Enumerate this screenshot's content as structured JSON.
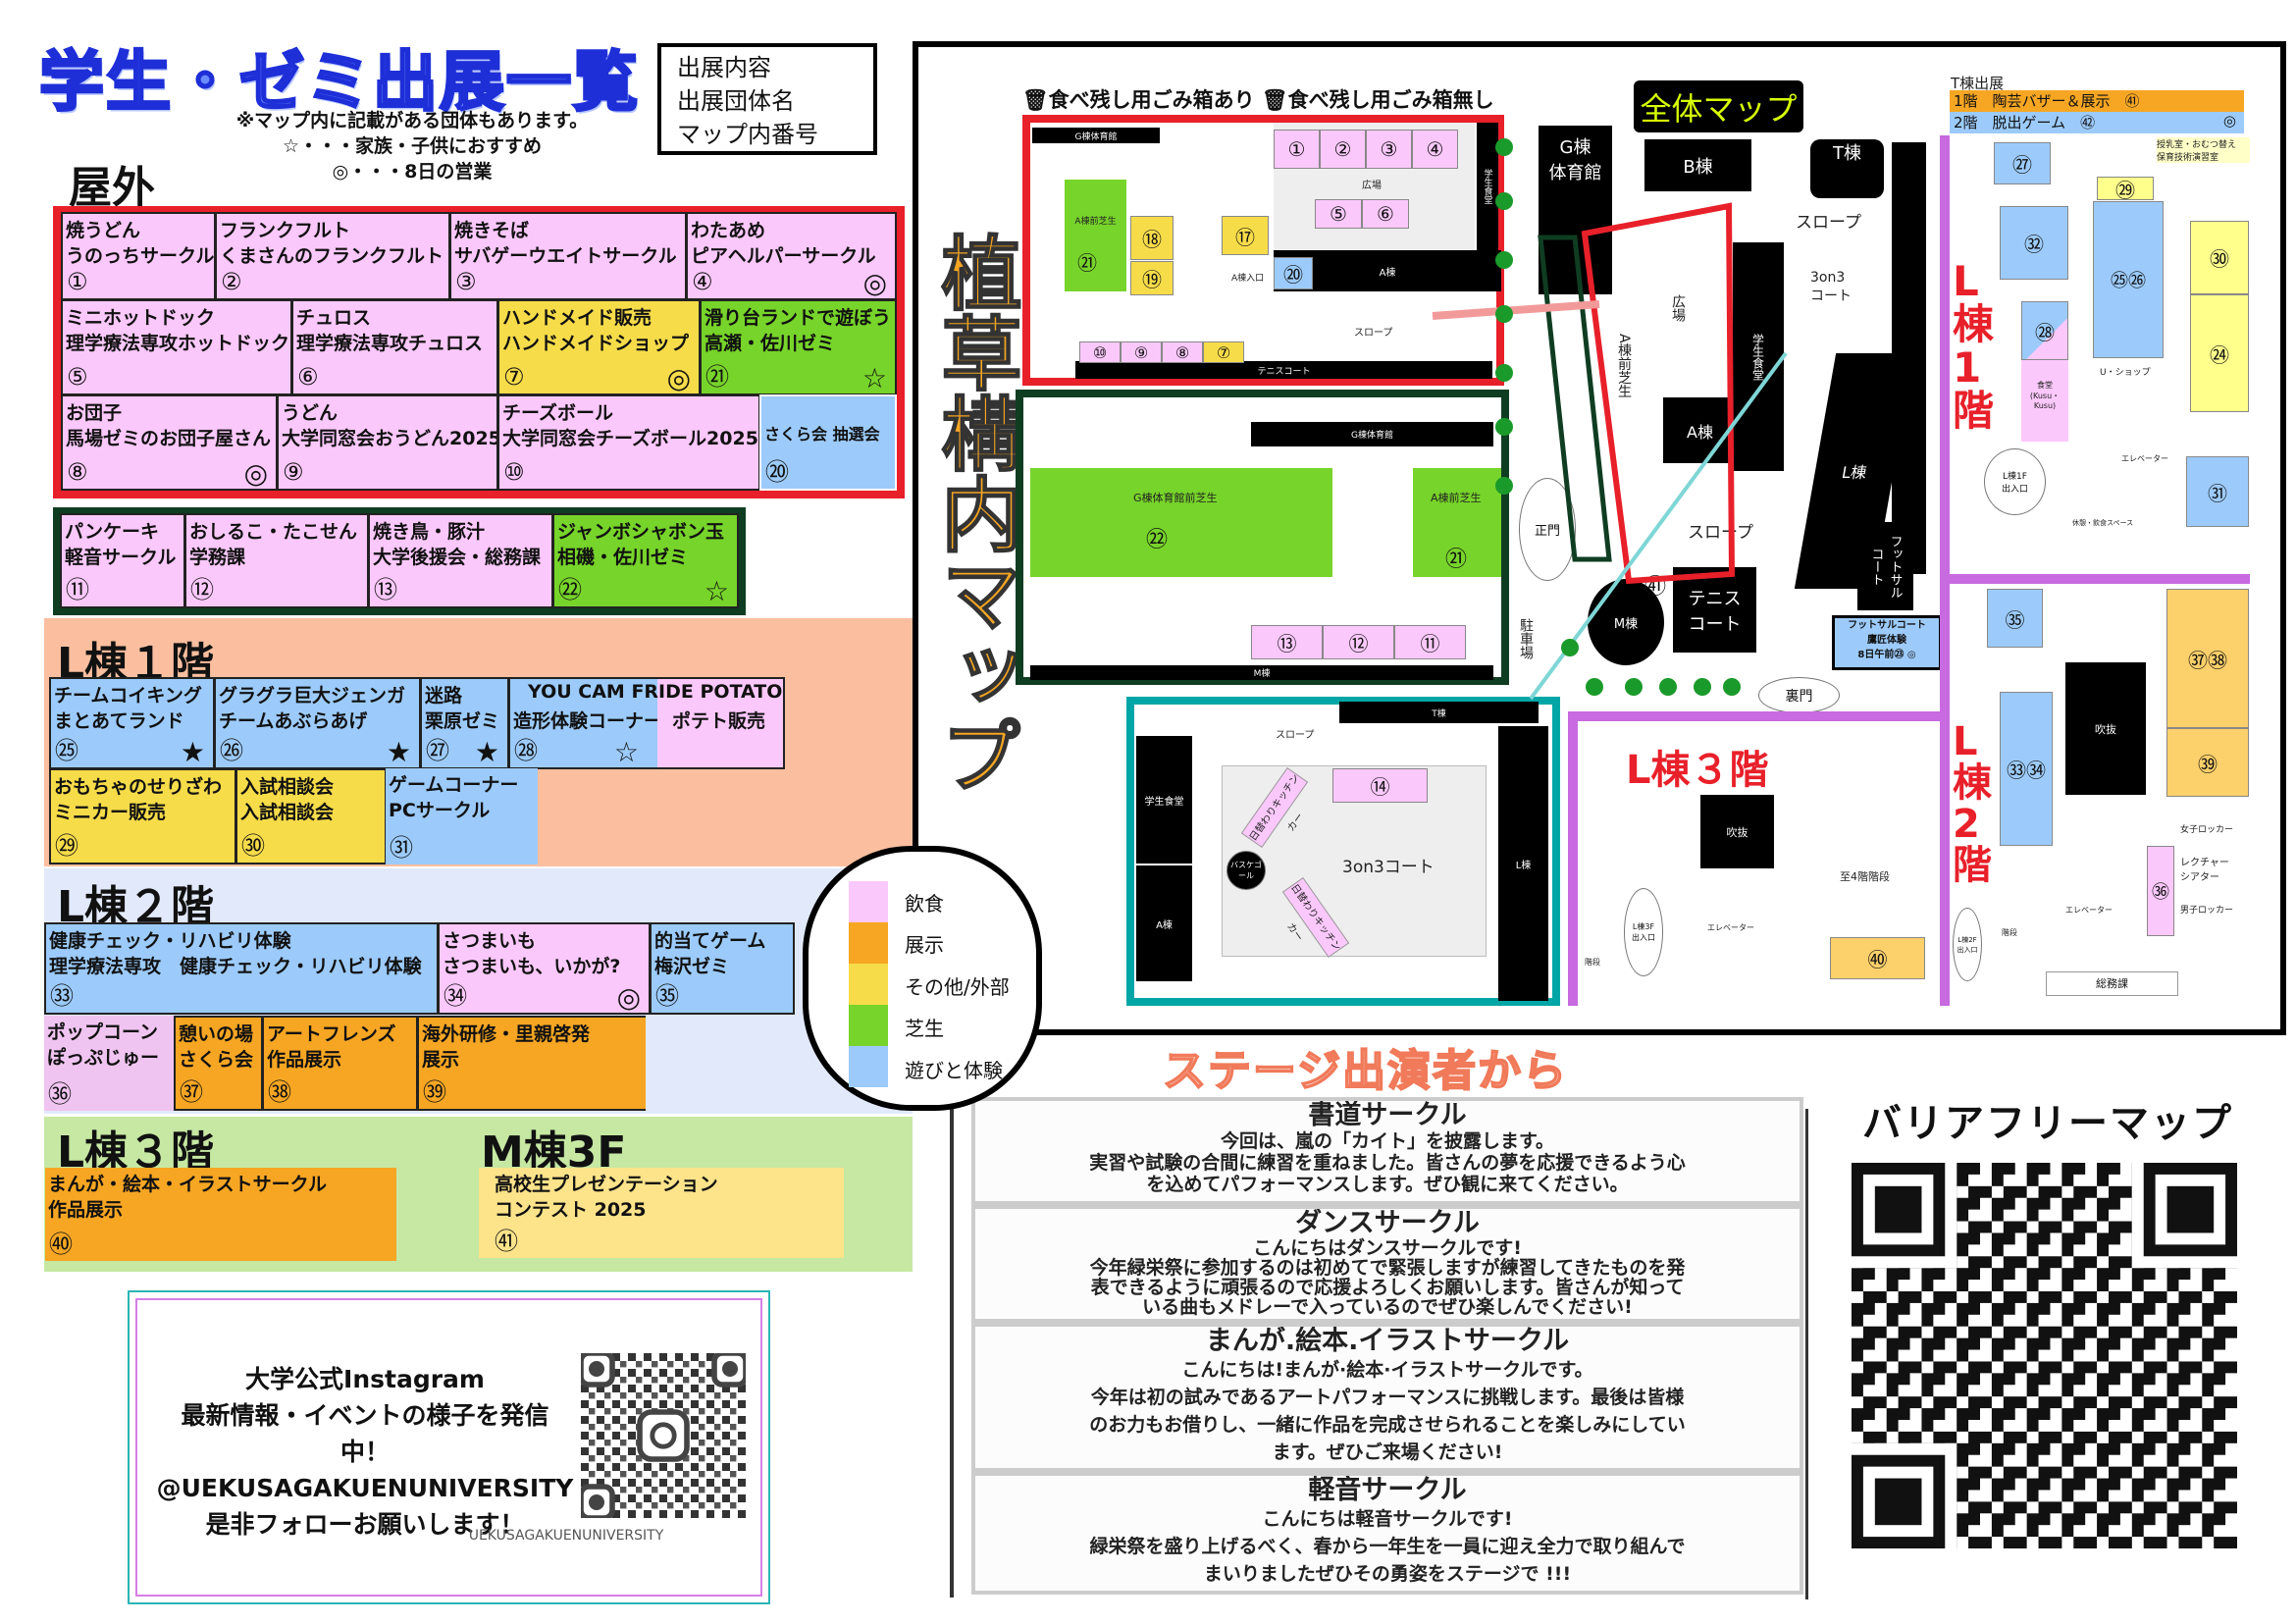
{
  "header": {
    "title": "学生・ゼミ出展一覧",
    "notes": [
      "※マップ内に記載がある団体もあります。",
      "☆・・・家族・子供におすすめ",
      "◎・・・8日の営業"
    ],
    "key_box": [
      "出展内容",
      "出展団体名",
      "マップ内番号"
    ]
  },
  "outdoor": {
    "label": "屋外",
    "booths": [
      {
        "item": "焼うどん",
        "group": "うのっちサークル",
        "num": "①",
        "mark": ""
      },
      {
        "item": "フランクフルト",
        "group": "くまさんのフランクフルト",
        "num": "②",
        "mark": ""
      },
      {
        "item": "焼きそば",
        "group": "サバゲーウエイトサークル",
        "num": "③",
        "mark": ""
      },
      {
        "item": "わたあめ",
        "group": "ピアヘルパーサークル",
        "num": "④",
        "mark": "◎"
      },
      {
        "item": "ミニホットドック",
        "group": "理学療法専攻ホットドック",
        "num": "⑤",
        "mark": ""
      },
      {
        "item": "チュロス",
        "group": "理学療法専攻チュロス",
        "num": "⑥",
        "mark": ""
      },
      {
        "item": "ハンドメイド販売",
        "group": "ハンドメイドショップ",
        "num": "⑦",
        "mark": "◎"
      },
      {
        "item": "滑り台ランドで遊ぼう",
        "group": "高瀬・佐川ゼミ",
        "num": "㉑",
        "mark": "☆"
      },
      {
        "item": "お団子",
        "group": "馬場ゼミのお団子屋さん",
        "num": "⑧",
        "mark": "◎"
      },
      {
        "item": "うどん",
        "group": "大学同窓会おうどん2025",
        "num": "⑨",
        "mark": ""
      },
      {
        "item": "チーズボール",
        "group": "大学同窓会チーズボール2025",
        "num": "⑩",
        "mark": ""
      },
      {
        "item": "",
        "group": "さくら会 抽選会",
        "num": "⑳",
        "mark": ""
      },
      {
        "item": "パンケーキ",
        "group": "軽音サークル",
        "num": "⑪",
        "mark": ""
      },
      {
        "item": "おしるこ・たこせん",
        "group": "学務課",
        "num": "⑫",
        "mark": ""
      },
      {
        "item": "焼き鳥・豚汁",
        "group": "大学後援会・総務課",
        "num": "⑬",
        "mark": ""
      },
      {
        "item": "ジャンボシャボン玉",
        "group": "相磯・佐川ゼミ",
        "num": "㉒",
        "mark": "☆"
      }
    ]
  },
  "l1": {
    "label": "L棟１階",
    "header_span": "YOU CAM FRIDE POTATO",
    "booths": [
      {
        "item": "チームコイキング",
        "group": "まとあてランド",
        "num": "㉕",
        "mark": "★"
      },
      {
        "item": "グラグラ巨大ジェンガ",
        "group": "チームあぶらあげ",
        "num": "㉖",
        "mark": "★"
      },
      {
        "item": "迷路",
        "group": "栗原ゼミ",
        "num": "㉗",
        "mark": "★"
      },
      {
        "item": "",
        "group": "造形体験コーナー",
        "num": "㉘",
        "mark": "☆"
      },
      {
        "item": "",
        "group": "ポテト販売",
        "num": "",
        "mark": ""
      },
      {
        "item": "おもちゃのせりざわ",
        "group": "ミニカー販売",
        "num": "㉙",
        "mark": ""
      },
      {
        "item": "入試相談会",
        "group": "入試相談会",
        "num": "㉚",
        "mark": ""
      },
      {
        "item": "ゲームコーナー",
        "group": "PCサークル",
        "num": "㉛",
        "mark": ""
      }
    ]
  },
  "l2": {
    "label": "L棟２階",
    "booths": [
      {
        "item": "健康チェック・リハビリ体験",
        "group": "理学療法専攻　健康チェック・リハビリ体験",
        "num": "㉝",
        "mark": ""
      },
      {
        "item": "さつまいも",
        "group": "さつまいも、いかが?",
        "num": "㉞",
        "mark": "◎"
      },
      {
        "item": "的当てゲーム",
        "group": "梅沢ゼミ",
        "num": "㉟",
        "mark": ""
      },
      {
        "item": "ポップコーン",
        "group": "ぽっぷじゅー",
        "num": "㊱",
        "mark": ""
      },
      {
        "item": "憩いの場",
        "group": "さくら会",
        "num": "㊲",
        "mark": ""
      },
      {
        "item": "アートフレンズ",
        "group": "作品展示",
        "num": "㊳",
        "mark": ""
      },
      {
        "item": "海外研修・里親啓発",
        "group": "展示",
        "num": "㊴",
        "mark": ""
      }
    ]
  },
  "l3": {
    "label": "L棟３階",
    "booth": {
      "item": "まんが・絵本・イラストサークル",
      "group": "作品展示",
      "num": "㊵"
    }
  },
  "m3": {
    "label": "M棟3F",
    "booth": {
      "item": "高校生プレゼンテーション",
      "group": "コンテスト 2025",
      "num": "㊶"
    }
  },
  "instagram": {
    "lines": [
      "大学公式Instagram",
      "最新情報・イベントの様子を発信",
      "中！",
      "@UEKUSAGAKUENUNIVERSITY",
      "是非フォローお願いします！"
    ],
    "qr_caption": "UEKUSAGAKUENUNIVERSITY"
  },
  "legend": {
    "items": [
      {
        "label": "飲食",
        "color": "#fbc8fb"
      },
      {
        "label": "展示",
        "color": "#f6a623"
      },
      {
        "label": "その他/外部",
        "color": "#f7dc4a"
      },
      {
        "label": "芝生",
        "color": "#77d42a"
      },
      {
        "label": "遊びと体験",
        "color": "#9ccbfb"
      }
    ]
  },
  "map": {
    "vertical_title": "植草構内マップ",
    "trash_with": "食べ残し用ごみ箱あり",
    "trash_without": "食べ残し用ごみ箱無し",
    "overall_label": "全体マップ",
    "t_header": "T棟出展",
    "t_rows": [
      {
        "text": "1階　陶芸バザー＆展示　㊶",
        "mark": ""
      },
      {
        "text": "2階　脱出ゲーム　㊷",
        "mark": "◎"
      }
    ],
    "labels": {
      "g_gym": "G棟体育館",
      "a_lawn": "A棟前芝生",
      "plaza": "広場",
      "cafeteria": "学生食堂",
      "a_bldg": "A棟",
      "a_entrance": "A棟入口",
      "slope": "スロープ",
      "tennis": "テニスコート",
      "g_lawn": "G棟体育館前芝生",
      "m_bldg": "M棟",
      "t_bldg": "T棟",
      "l_bldg": "L棟",
      "court3": "3on3コート",
      "basket": "バスケゴール",
      "kitchen": "日替わりキッチンカー",
      "g_bldg": "G棟\n体育館",
      "b_bldg": "B棟",
      "court3b": "3on3\nコート",
      "main_gate": "正門",
      "back_gate": "裏門",
      "parking": "駐車場",
      "tennis_court": "テニス\nコート",
      "futsal": "フットサル\nコート",
      "futsal_box": "フットサルコート\n鷹匠体験\n8日午前㉓ ◎",
      "l1_label": "L棟1階",
      "l2_label": "L棟2階",
      "l3_label": "L棟３階",
      "nursing": "授乳室・おむつ替え\n保育技術演習室",
      "dining": "食堂\n(Kusu・Kusu)",
      "ushop": "U・ショップ",
      "l1_entrance": "L棟1F\n出入口",
      "l2_entrance": "L棟2F\n出入口",
      "l3_entrance": "L棟3F\n出入口",
      "atrium": "吹抜",
      "stairs4": "至4階階段",
      "elevator": "エレベーター",
      "stairs": "階段",
      "w_locker": "女子ロッカー",
      "m_locker": "男子ロッカー",
      "lecture": "レクチャー\nシアター",
      "general_affairs": "総務課",
      "lounge": "休憩・飲食スペース",
      "lawn": "芝生",
      "a_front_lawn": "A棟前芝生"
    },
    "spots": [
      "①",
      "②",
      "③",
      "④",
      "⑤",
      "⑥",
      "⑦",
      "⑧",
      "⑨",
      "⑩",
      "⑪",
      "⑫",
      "⑬",
      "⑭",
      "⑰",
      "⑱",
      "⑲",
      "⑳",
      "㉑",
      "㉒",
      "㉔",
      "㉕",
      "㉖",
      "㉗",
      "㉘",
      "㉙",
      "㉚",
      "㉛",
      "㉜",
      "㉝",
      "㉞",
      "㉟",
      "㊱",
      "㊲",
      "㊳",
      "㊴",
      "㊵",
      "㊶"
    ]
  },
  "stage": {
    "title": "ステージ出演者から",
    "performers": [
      {
        "name": "書道サークル",
        "lines": [
          "今回は、嵐の「カイト」を披露します。",
          "実習や試験の合間に練習を重ねました。皆さんの夢を応援できるよう心",
          "を込めてパフォーマンスします。ぜひ観に来てください。"
        ]
      },
      {
        "name": "ダンスサークル",
        "lines": [
          "こんにちはダンスサークルです!",
          "今年緑栄祭に参加するのは初めてで緊張しますが練習してきたものを発",
          "表できるように頑張るので応援よろしくお願いします。皆さんが知って",
          "いる曲もメドレーで入っているのでぜひ楽しんでください!"
        ]
      },
      {
        "name": "まんが.絵本.イラストサークル",
        "lines": [
          "こんにちは!まんが·絵本·イラストサークルです。",
          "今年は初の試みであるアートパフォーマンスに挑戦します。最後は皆様",
          "のお力もお借りし、一緒に作品を完成させられることを楽しみにしてい",
          "ます。ぜひご来場ください!"
        ]
      },
      {
        "name": "軽音サークル",
        "lines": [
          "こんにちは軽音サークルです!",
          "緑栄祭を盛り上げるべく、春から一年生を一員に迎え全力で取り組んで",
          "まいりましたぜひその勇姿をステージで !!!"
        ]
      }
    ]
  },
  "barrier_free": {
    "title": "バリアフリーマップ"
  }
}
